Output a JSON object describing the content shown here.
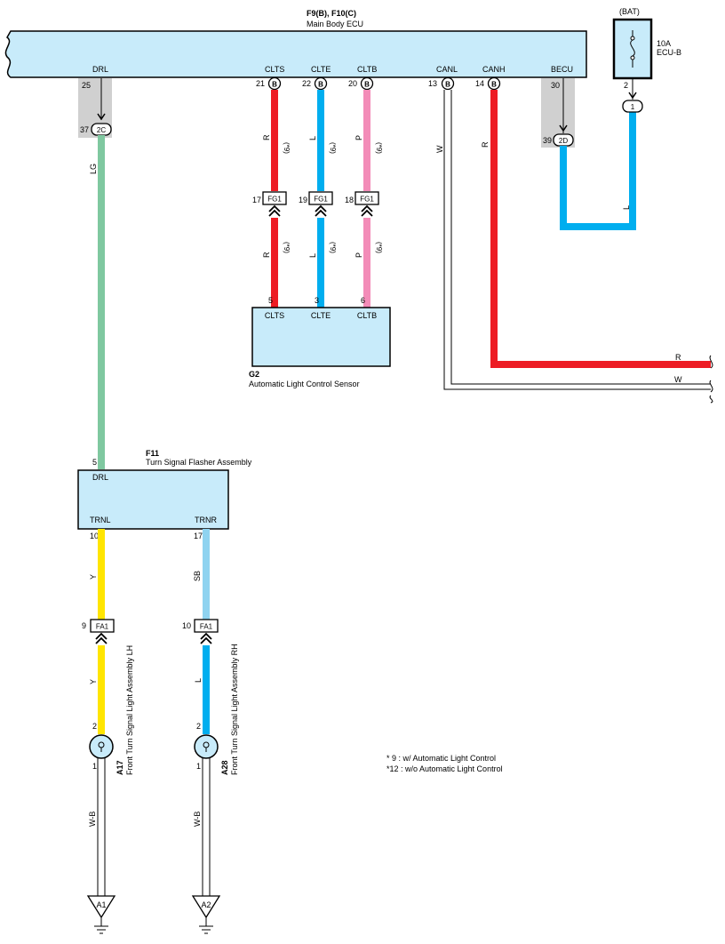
{
  "ecu": {
    "codes": "F9(B), F10(C)",
    "name": "Main Body ECU",
    "pins": {
      "drl": {
        "label": "DRL",
        "num": "25"
      },
      "clts": {
        "label": "CLTS",
        "num": "21",
        "conn": "B"
      },
      "clte": {
        "label": "CLTE",
        "num": "22",
        "conn": "B"
      },
      "cltb": {
        "label": "CLTB",
        "num": "20",
        "conn": "B"
      },
      "canl": {
        "label": "CANL",
        "num": "13",
        "conn": "B"
      },
      "canh": {
        "label": "CANH",
        "num": "14",
        "conn": "B"
      },
      "becu": {
        "label": "BECU",
        "num": "30"
      }
    }
  },
  "fuse": {
    "source": "(BAT)",
    "rating": "10A",
    "name": "ECU-B",
    "pin": "2",
    "conn": "1"
  },
  "junctions": {
    "drl": {
      "num": "37",
      "conn": "2C"
    },
    "becu": {
      "num": "39",
      "conn": "2D"
    }
  },
  "wires": {
    "lg": "LG",
    "r": "R",
    "l": "L",
    "p": "P",
    "w": "W",
    "y": "Y",
    "sb": "SB",
    "wb": "W-B",
    "opt9": "(*9)"
  },
  "connectors": {
    "fg1": {
      "name": "FG1",
      "clts": "17",
      "clte": "19",
      "cltb": "18"
    },
    "fa1": {
      "name": "FA1",
      "trnl": "9",
      "trnr": "10"
    }
  },
  "sensor": {
    "code": "G2",
    "name": "Automatic Light Control Sensor",
    "pins": {
      "clts": {
        "label": "CLTS",
        "num": "5"
      },
      "clte": {
        "label": "CLTE",
        "num": "3"
      },
      "cltb": {
        "label": "CLTB",
        "num": "6"
      }
    }
  },
  "flasher": {
    "code": "F11",
    "name": "Turn Signal Flasher Assembly",
    "pins": {
      "drl": {
        "label": "DRL",
        "num": "5"
      },
      "trnl": {
        "label": "TRNL",
        "num": "10"
      },
      "trnr": {
        "label": "TRNR",
        "num": "17"
      }
    }
  },
  "lamps": {
    "lh": {
      "code": "A17",
      "name": "Front Turn Signal Light Assembly LH",
      "pin_top": "2",
      "pin_bottom": "1"
    },
    "rh": {
      "code": "A28",
      "name": "Front Turn Signal Light Assembly RH",
      "pin_top": "2",
      "pin_bottom": "1"
    }
  },
  "grounds": {
    "a1": "A1",
    "a2": "A2"
  },
  "notes": [
    "* 9 : w/ Automatic Light Control",
    "*12 : w/o Automatic Light Control"
  ],
  "colors": {
    "red": "#ed1c24",
    "blue": "#00aeef",
    "pink": "#f38cb8",
    "green": "#7fc8a0",
    "yellow": "#ffe500",
    "lightblue": "#8fd3f0",
    "box": "#c8ebfa",
    "junction": "#d0d0d0"
  }
}
